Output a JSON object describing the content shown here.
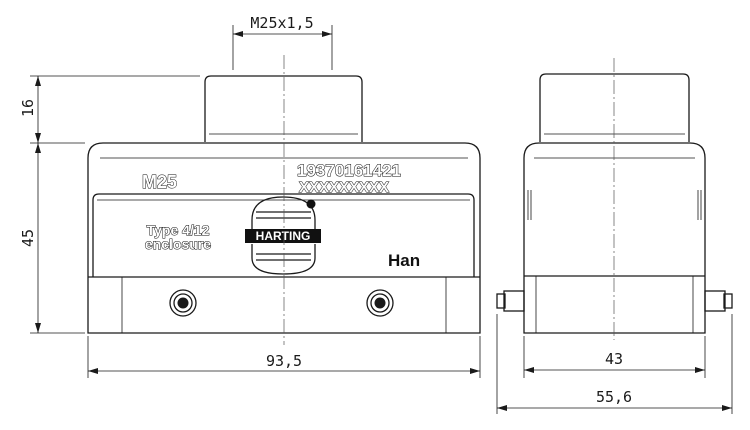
{
  "dimensions": {
    "thread": "M25x1,5",
    "spigot_height": "16",
    "body_height": "45",
    "width_front": "93,5",
    "depth_side": "43",
    "depth_total": "55,6"
  },
  "markings": {
    "thread_size": "M25",
    "part_number": "19370161421",
    "serial_placeholder": "XXXXXXXXX",
    "type_line1": "Type 4/12",
    "type_line2": "enclosure",
    "brand_logo": "HARTING",
    "series": "Han"
  }
}
